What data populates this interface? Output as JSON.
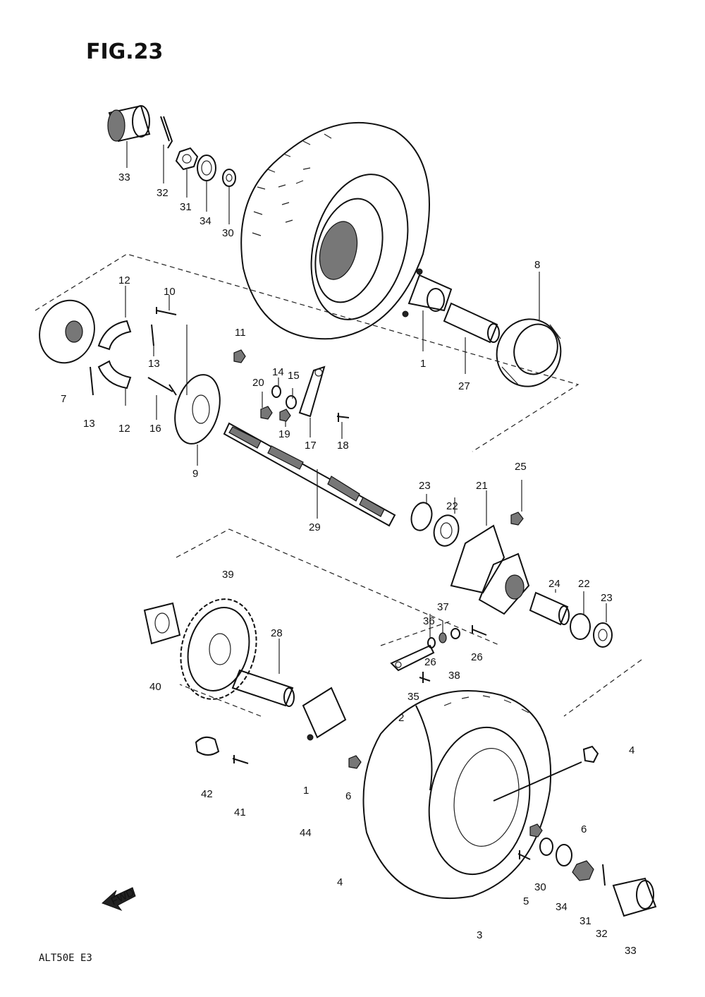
{
  "figure_title": "FIG.23",
  "model_code": "ALT50E E3",
  "labels": {
    "l33a": "33",
    "l32a": "32",
    "l31a": "31",
    "l34a": "34",
    "l30a": "30",
    "l8": "8",
    "l1a": "1",
    "l27": "27",
    "l12a": "12",
    "l10": "10",
    "l11": "11",
    "l14": "14",
    "l15": "15",
    "l20": "20",
    "l19": "19",
    "l17": "17",
    "l13a": "13",
    "l13b": "13",
    "l12b": "12",
    "l16": "16",
    "l9": "9",
    "l7": "7",
    "l18": "18",
    "l29": "29",
    "l25": "25",
    "l23a": "23",
    "l22a": "22",
    "l21": "21",
    "l39": "39",
    "l24": "24",
    "l22b": "22",
    "l23b": "23",
    "l37": "37",
    "l36": "36",
    "l26a": "26",
    "l26b": "26",
    "l38": "38",
    "l28": "28",
    "l35": "35",
    "l40": "40",
    "l2": "2",
    "l1b": "1",
    "l4a": "4",
    "l42": "42",
    "l41": "41",
    "l6a": "6",
    "l44": "44",
    "l6b": "6",
    "l4b": "4",
    "l30b": "30",
    "l34b": "34",
    "l5": "5",
    "l31b": "31",
    "l32b": "32",
    "l3": "3",
    "l33b": "33",
    "fwd": "FWD"
  },
  "icons": [
    "forward-arrow-icon"
  ]
}
